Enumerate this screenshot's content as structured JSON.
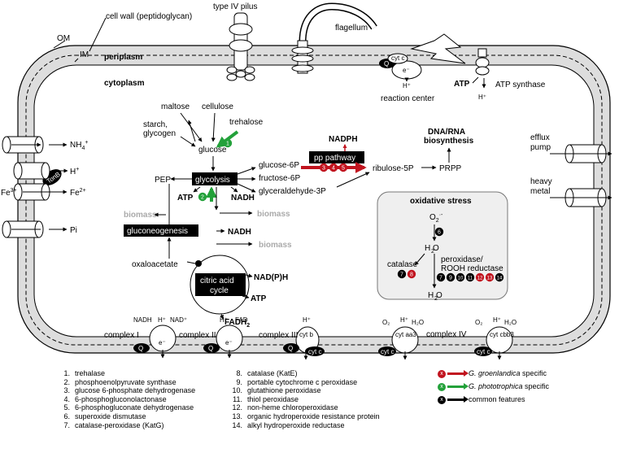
{
  "labels": {
    "pilus": "type IV pilus",
    "flagellum": "flagellum",
    "om": "OM",
    "cell_wall": "cell wall (peptidoglycan)",
    "im": "IM",
    "periplasm": "periplasm",
    "cytoplasm": "cytoplasm",
    "reaction_center": "reaction center",
    "atp_synthase": "ATP synthase",
    "efflux_pump": [
      "efflux",
      "pump"
    ],
    "heavy_metal": [
      "heavy",
      "metal"
    ]
  },
  "transport": {
    "nh4": "NH",
    "nh4_sub": "4",
    "nh4_sup": "+",
    "tonb": "TonB",
    "fe3": "Fe",
    "fe3_sup": "3+",
    "h_plus": "H",
    "h_sup": "+",
    "fe2": "Fe",
    "fe2_sup": "2+",
    "pi": "Pi"
  },
  "metabolism": {
    "maltose": "maltose",
    "cellulose": "cellulose",
    "starch": "starch,",
    "glycogen": "glycogen",
    "trehalose": "trehalose",
    "glucose": "glucose",
    "nadph": "NADPH",
    "pp_pathway": "pp pathway",
    "dna_rna": "DNA/RNA",
    "biosynthesis": "biosynthesis",
    "glucose6p": "glucose-6P",
    "fructose6p": "fructose-6P",
    "glyceraldehyde3p": "glyceraldehyde-3P",
    "ribulose5p": "ribulose-5P",
    "prpp": "PRPP",
    "pep": "PEP",
    "glycolysis": "glycolysis",
    "atp": "ATP",
    "nadh": "NADH",
    "biomass": "biomass",
    "gluconeogenesis": "gluconeogenesis",
    "oxaloacetate": "oxaloacetate",
    "citric_acid": "citric acid",
    "cycle": "cycle",
    "nadph_cycle": "NAD(P)H",
    "fadh2": "FADH",
    "fadh2_sub": "2"
  },
  "oxidative_stress": {
    "title": "oxidative stress",
    "o2": "O",
    "o2_sub": "2",
    "o2_sup": "·-",
    "h2o2": "H O",
    "h2o2_sub": "2",
    "catalase": "catalase",
    "peroxidase": "peroxidase/",
    "rooh": "ROOH reductase",
    "h2o": "H O",
    "h2o_sub": "2"
  },
  "chain": {
    "nadh": "NADH",
    "h_plus": "H⁺",
    "nad_plus": "NAD⁺",
    "fad": "FAD",
    "complex1": "complex I",
    "complex2": "complex II",
    "complex3": "complex III",
    "complex4": "complex IV",
    "cyt_b": "cyt b",
    "cyt_aa3": "cyt aa3",
    "cyt_cbb3": "cyt cbb3",
    "cyt_c": "cyt c",
    "o2": "O₂",
    "h2o": "H₂O",
    "q": "Q",
    "e_minus": "e⁻"
  },
  "badges": {
    "trehalase": "1",
    "pep_synthase": "2",
    "pp": [
      "3",
      "4",
      "5"
    ],
    "sod": "6",
    "catalase": [
      "7",
      "8"
    ],
    "peroxidase": [
      "7",
      "9",
      "10",
      "11",
      "12",
      "13",
      "14"
    ]
  },
  "colors": {
    "red_specific": "#c1141f",
    "green_specific": "#23a13a",
    "black_common": "#000000",
    "membrane_fill": "#dddddd",
    "stress_box": "#efefef"
  },
  "legend": {
    "enzymes_left": [
      {
        "n": "1.",
        "name": "trehalase"
      },
      {
        "n": "2.",
        "name": "phosphoenolpyruvate synthase"
      },
      {
        "n": "3.",
        "name": "glucose 6-phosphate dehydrogenase"
      },
      {
        "n": "4.",
        "name": "6-phosphogluconolactonase"
      },
      {
        "n": "5.",
        "name": "6-phosphogluconate dehydrogenase"
      },
      {
        "n": "6.",
        "name": "superoxide dismutase"
      },
      {
        "n": "7.",
        "name": "catalase-peroxidase (KatG)"
      }
    ],
    "enzymes_right": [
      {
        "n": "8.",
        "name": "catalase (KatE)"
      },
      {
        "n": "9.",
        "name": "portable cytochrome c peroxidase"
      },
      {
        "n": "10.",
        "name": "glutathione peroxidase"
      },
      {
        "n": "11.",
        "name": "thiol peroxidase"
      },
      {
        "n": "12.",
        "name": "non-heme chloroperoxidase"
      },
      {
        "n": "13.",
        "name": "organic hydroperoxide resistance protein"
      },
      {
        "n": "14.",
        "name": "alkyl hydroperoxide reductase"
      }
    ],
    "key": [
      {
        "badge": "x",
        "color": "#c1141f",
        "species": "G. groenlandica",
        "text": " specific"
      },
      {
        "badge": "x",
        "color": "#23a13a",
        "species": "G. phototrophica",
        "text": " specific"
      },
      {
        "badge": "x",
        "color": "#000000",
        "species": "",
        "text": "common features"
      }
    ]
  }
}
